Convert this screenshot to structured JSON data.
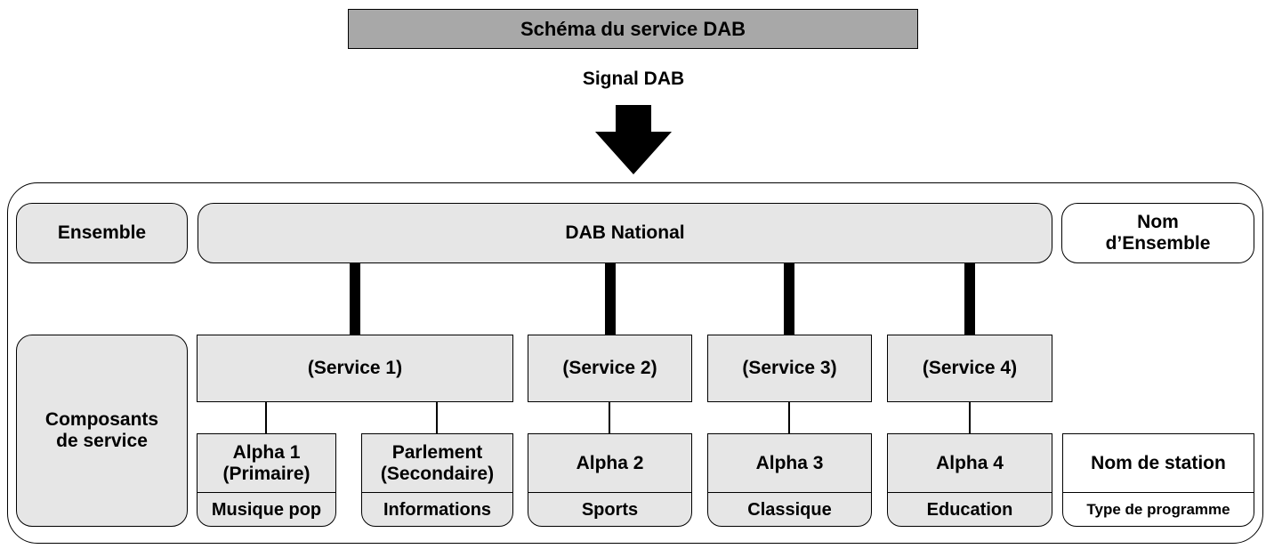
{
  "title": "Schéma du service DAB",
  "signal_label": "Signal DAB",
  "left_labels": {
    "ensemble": "Ensemble",
    "composants": "Composants de service"
  },
  "ensemble_name": "DAB National",
  "right_labels": {
    "ensemble_name": "Nom d’Ensemble",
    "station_name": "Nom de station",
    "programme_type": "Type de programme"
  },
  "services": [
    {
      "label": "(Service 1)"
    },
    {
      "label": "(Service 2)"
    },
    {
      "label": "(Service 3)"
    },
    {
      "label": "(Service 4)"
    }
  ],
  "components": [
    {
      "name": "Alpha 1 (Primaire)",
      "type": "Musique pop"
    },
    {
      "name": "Parlement (Secondaire)",
      "type": "Informations"
    },
    {
      "name": "Alpha 2",
      "type": "Sports"
    },
    {
      "name": "Alpha 3",
      "type": "Classique"
    },
    {
      "name": "Alpha 4",
      "type": "Education"
    }
  ],
  "colors": {
    "box_fill": "#e6e6e6",
    "title_fill": "#a8a8a8",
    "line": "#000000"
  }
}
